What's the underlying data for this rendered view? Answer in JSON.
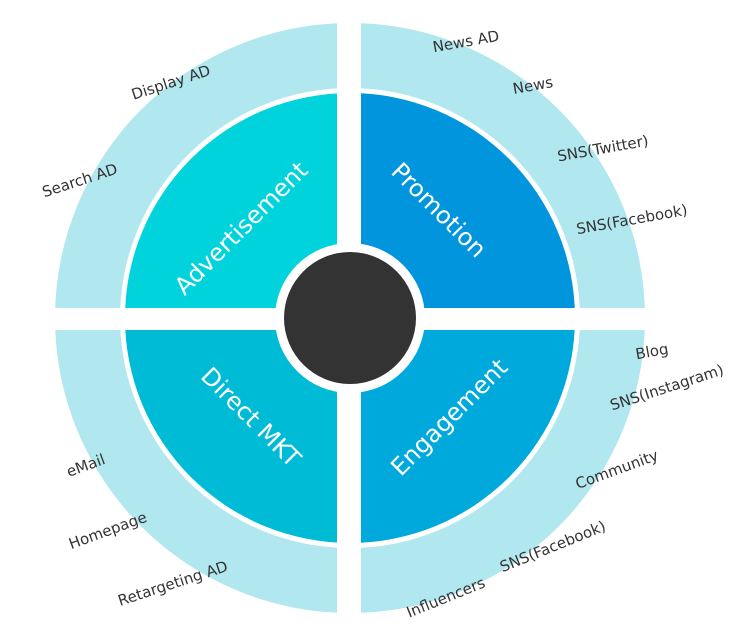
{
  "colors": {
    "outer_ring": "#b1e7ef",
    "advertisement": "#00d3db",
    "promotion": "#0095dd",
    "direct_mkt": "#00bbd5",
    "engagement": "#00a9dc",
    "center": "#333333",
    "separator": "#ffffff",
    "text_dark": "#333333",
    "text_light": "#ffffff"
  },
  "center": {
    "icon": "dark-circle"
  },
  "quadrants": [
    {
      "id": "advertisement",
      "label": "Advertisement",
      "color_key": "advertisement",
      "channels": [
        "Display AD",
        "Search AD"
      ]
    },
    {
      "id": "promotion",
      "label": "Promotion",
      "color_key": "promotion",
      "channels": [
        "News AD",
        "News",
        "SNS(Twitter)",
        "SNS(Facebook)"
      ]
    },
    {
      "id": "direct-mkt",
      "label": "Direct MKT",
      "color_key": "direct_mkt",
      "channels": [
        "eMail",
        "Homepage",
        "Retargeting AD"
      ]
    },
    {
      "id": "engagement",
      "label": "Engagement",
      "color_key": "engagement",
      "channels": [
        "Blog",
        "SNS(Instagram)",
        "Community",
        "SNS(Facebook)",
        "Influencers"
      ]
    }
  ]
}
